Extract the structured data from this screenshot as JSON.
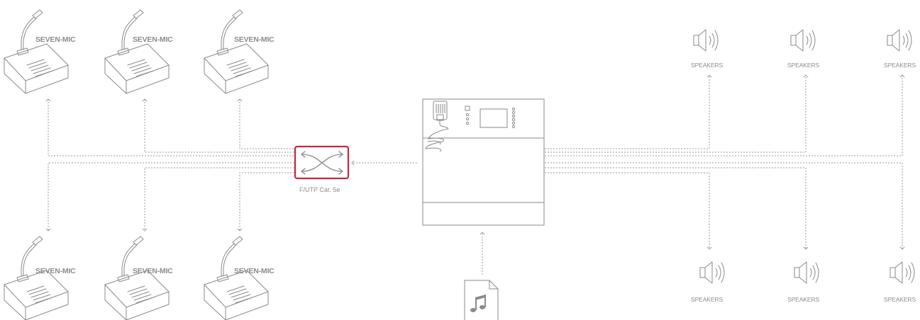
{
  "microphones": {
    "label": "SEVEN-MIC",
    "top_row": [
      {
        "label": "SEVEN-MIC"
      },
      {
        "label": "SEVEN-MIC"
      },
      {
        "label": "SEVEN-MIC"
      }
    ],
    "bottom_row": [
      {
        "label": "SEVEN-MIC"
      },
      {
        "label": "SEVEN-MIC"
      },
      {
        "label": "SEVEN-MIC"
      }
    ]
  },
  "speakers": {
    "top_row": [
      {
        "label": "SPEAKERS"
      },
      {
        "label": "SPEAKERS"
      },
      {
        "label": "SPEAKERS"
      }
    ],
    "bottom_row": [
      {
        "label": "SPEAKERS"
      },
      {
        "label": "SPEAKERS"
      },
      {
        "label": "SPEAKERS"
      }
    ]
  },
  "switch": {
    "label": "F/UTP Cat. 5e",
    "border_color": "#c4283d"
  },
  "colors": {
    "line": "#9a9a9a",
    "device": "#8a8a8a",
    "accent": "#c4283d"
  }
}
